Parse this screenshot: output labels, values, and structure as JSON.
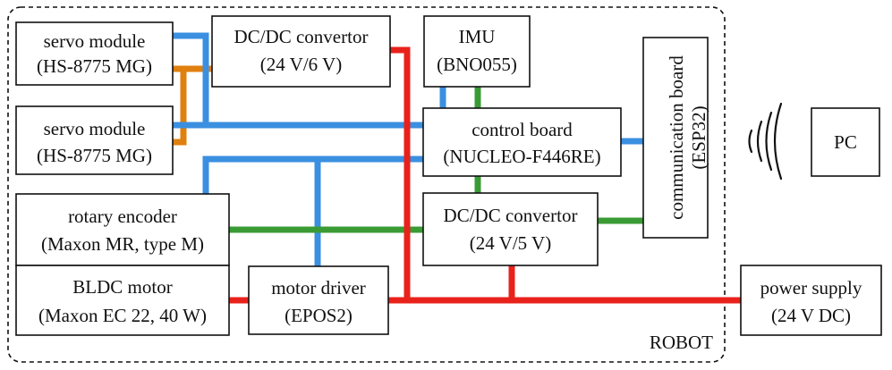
{
  "diagram": {
    "container_label": "ROBOT",
    "colors": {
      "power": "#e8221b",
      "signal": "#3b8fe0",
      "ground_logic": "#3a9b35",
      "pwm": "#e0800f"
    },
    "blocks": {
      "servo1": {
        "line1": "servo module",
        "line2": "(HS-8775 MG)"
      },
      "servo2": {
        "line1": "servo module",
        "line2": "(HS-8775 MG)"
      },
      "dcdc6": {
        "line1": "DC/DC convertor",
        "line2": "(24 V/6 V)"
      },
      "imu": {
        "line1": "IMU",
        "line2": "(BNO055)"
      },
      "control": {
        "line1": "control board",
        "line2": "(NUCLEO-F446RE)"
      },
      "comm": {
        "line1": "communication board",
        "line2": "(ESP32)"
      },
      "encoder": {
        "line1": "rotary encoder",
        "line2": "(Maxon MR, type M)"
      },
      "dcdc5": {
        "line1": "DC/DC convertor",
        "line2": "(24 V/5 V)"
      },
      "bldc": {
        "line1": "BLDC motor",
        "line2": "(Maxon EC 22, 40 W)"
      },
      "driver": {
        "line1": "motor driver",
        "line2": "(EPOS2)"
      },
      "pc": {
        "line1": "PC"
      },
      "supply": {
        "line1": "power supply",
        "line2": "(24 V DC)"
      }
    },
    "wireless_icon": "wireless-signal-icon"
  }
}
